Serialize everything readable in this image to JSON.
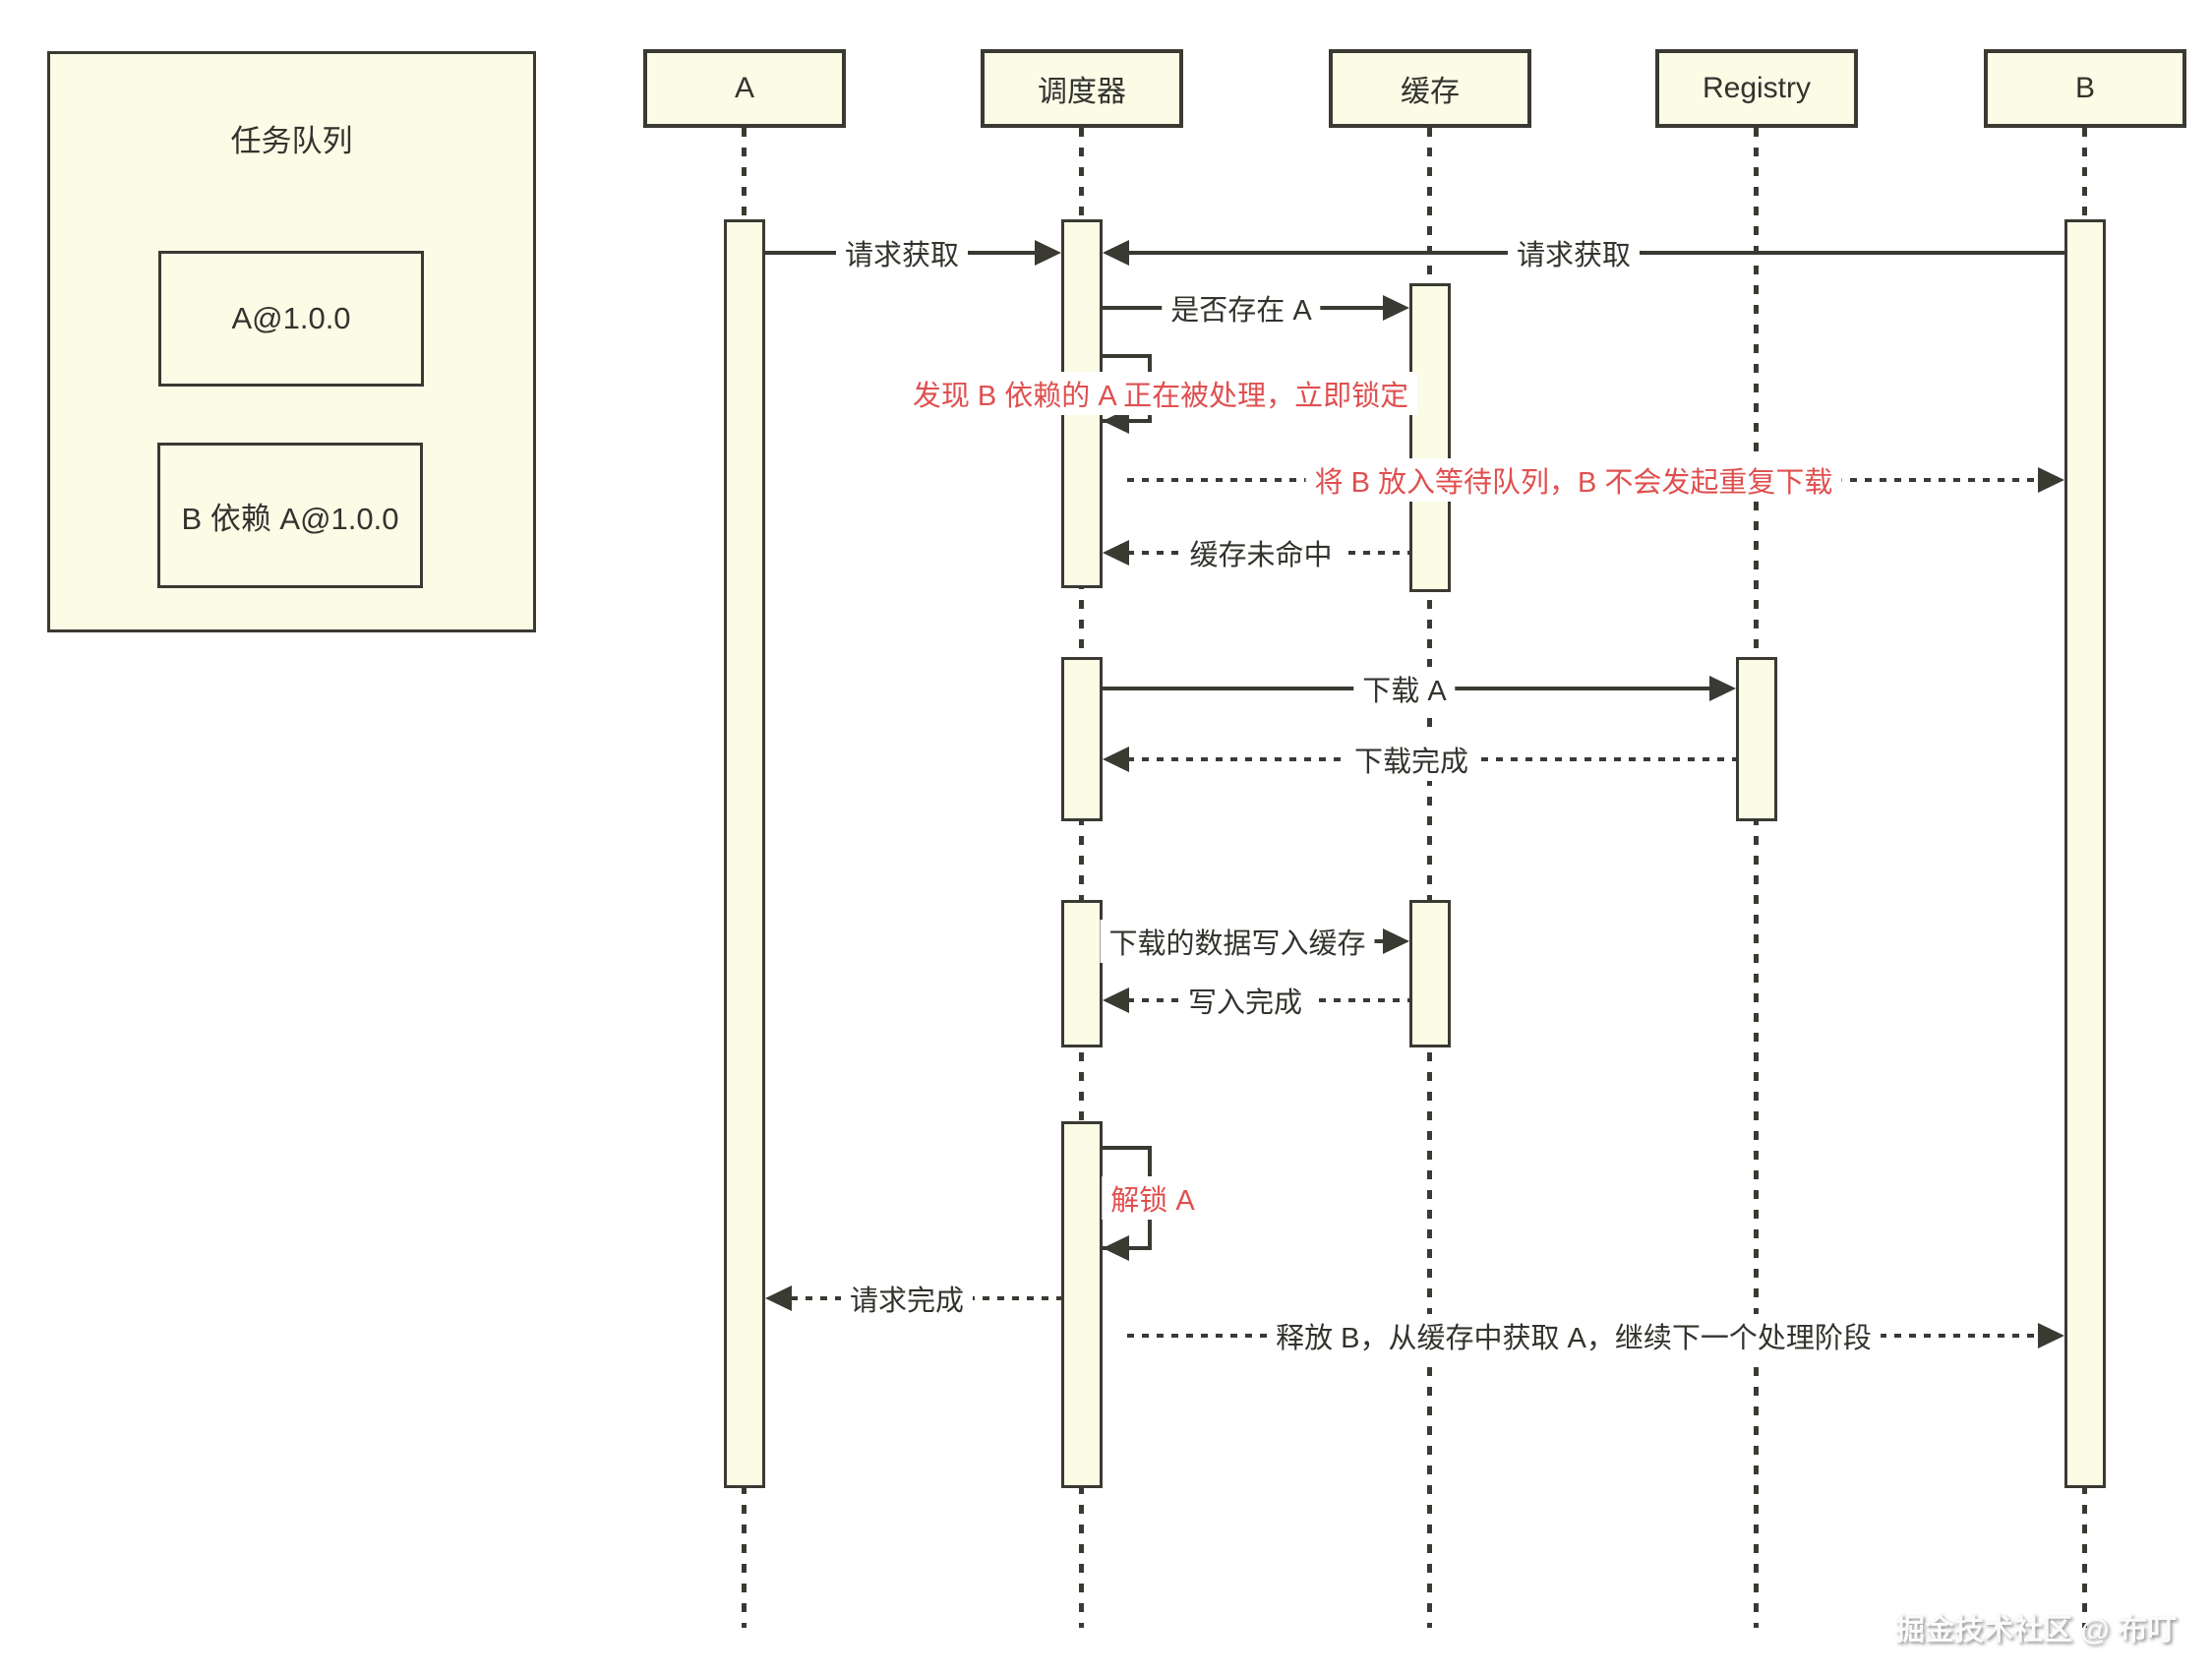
{
  "task_queue": {
    "title": "任务队列",
    "items": [
      {
        "label": "A@1.0.0"
      },
      {
        "label": "B 依赖 A@1.0.0"
      }
    ]
  },
  "participants": [
    {
      "label": "A"
    },
    {
      "label": "调度器"
    },
    {
      "label": "缓存"
    },
    {
      "label": "Registry"
    },
    {
      "label": "B"
    }
  ],
  "messages": [
    {
      "label": "请求获取",
      "from": "A",
      "to": "调度器",
      "style": "solid",
      "color": "black"
    },
    {
      "label": "请求获取",
      "from": "B",
      "to": "调度器",
      "style": "solid",
      "color": "black"
    },
    {
      "label": "是否存在 A",
      "from": "调度器",
      "to": "缓存",
      "style": "solid",
      "color": "black"
    },
    {
      "label": "发现 B 依赖的 A 正在被处理，立即锁定",
      "from": "调度器",
      "to": "调度器",
      "style": "self-loop",
      "color": "red"
    },
    {
      "label": "将 B 放入等待队列，B 不会发起重复下载",
      "from": "调度器",
      "to": "B",
      "style": "dotted",
      "color": "red"
    },
    {
      "label": "缓存未命中",
      "from": "缓存",
      "to": "调度器",
      "style": "dotted",
      "color": "black"
    },
    {
      "label": "下载 A",
      "from": "调度器",
      "to": "Registry",
      "style": "solid",
      "color": "black"
    },
    {
      "label": "下载完成",
      "from": "Registry",
      "to": "调度器",
      "style": "dotted",
      "color": "black"
    },
    {
      "label": "下载的数据写入缓存",
      "from": "调度器",
      "to": "缓存",
      "style": "solid",
      "color": "black"
    },
    {
      "label": "写入完成",
      "from": "缓存",
      "to": "调度器",
      "style": "dotted",
      "color": "black"
    },
    {
      "label": "解锁 A",
      "from": "调度器",
      "to": "调度器",
      "style": "self-loop",
      "color": "red"
    },
    {
      "label": "请求完成",
      "from": "调度器",
      "to": "A",
      "style": "dotted",
      "color": "black"
    },
    {
      "label": "释放 B，从缓存中获取 A，继续下一个处理阶段",
      "from": "调度器",
      "to": "B",
      "style": "dotted",
      "color": "black"
    }
  ],
  "watermark": "掘金技术社区 @ 布叮",
  "colors": {
    "box_fill": "#fbfbe6",
    "stroke": "#3a3a33",
    "red_text": "#e04f4f",
    "background": "#ffffff"
  }
}
